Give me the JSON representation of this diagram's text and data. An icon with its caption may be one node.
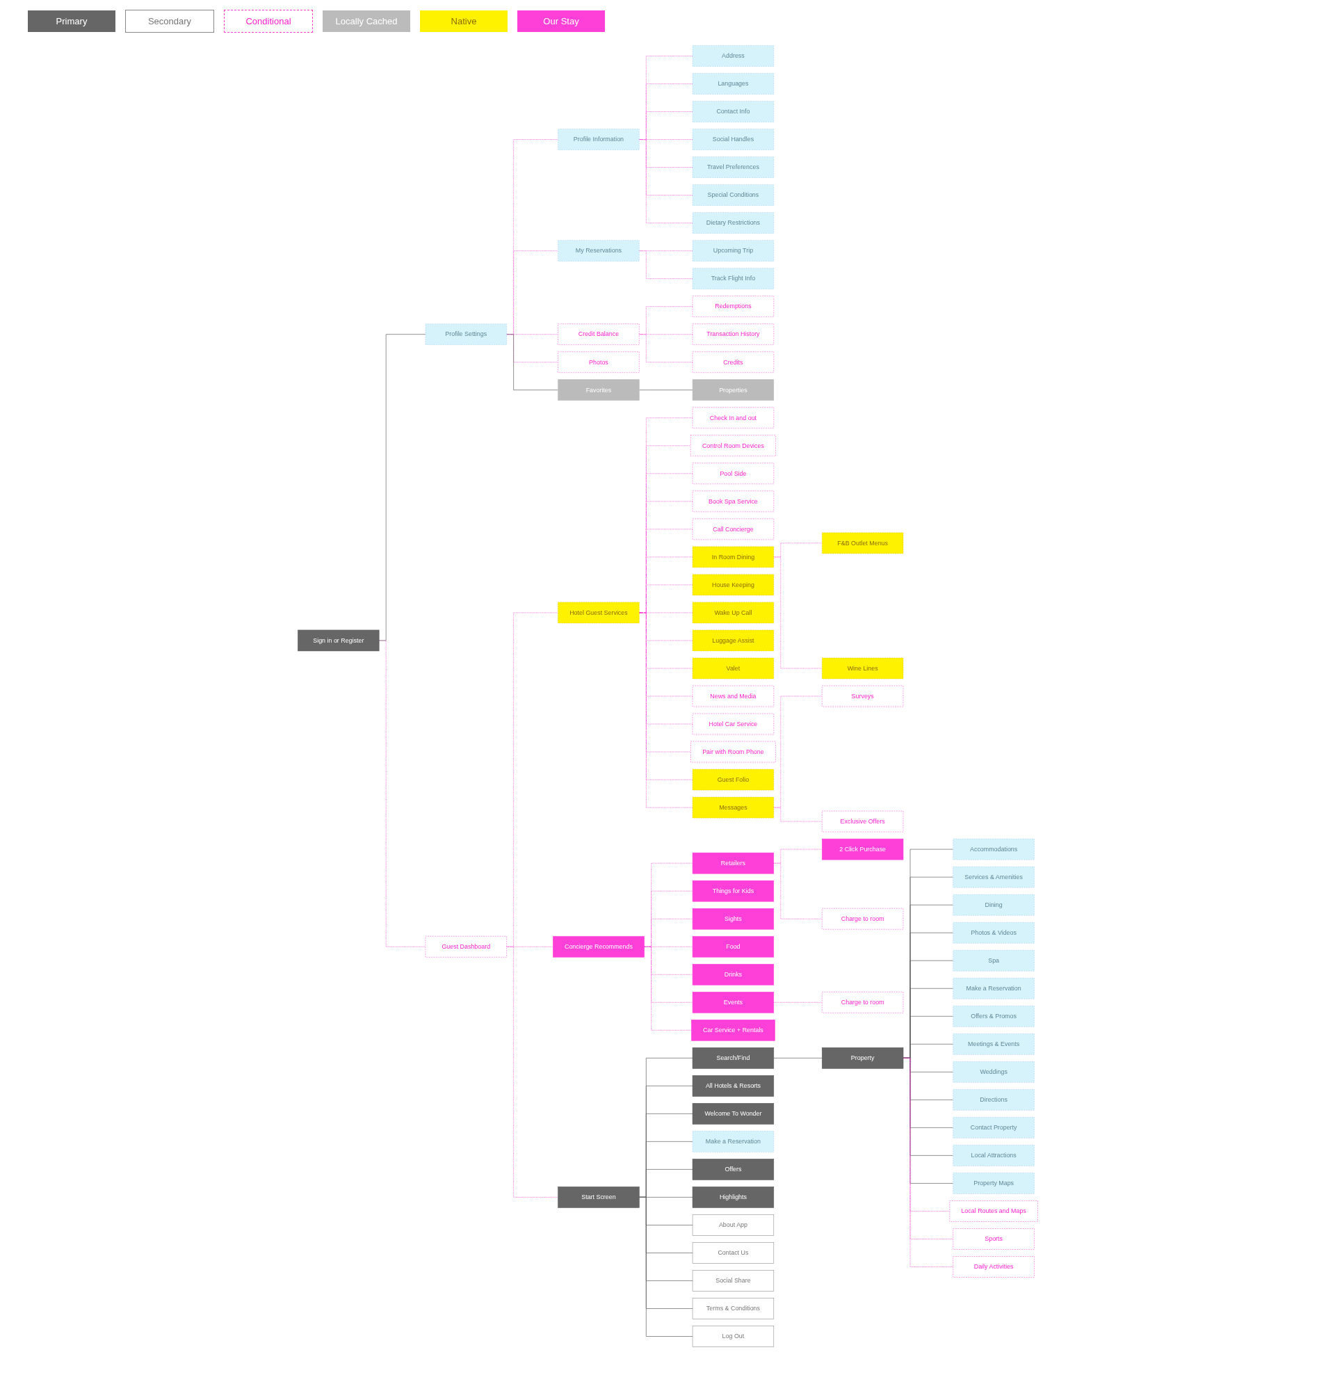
{
  "diagram": {
    "nodes": [
      {
        "text": [
          "Sign in or Register"
        ]
      },
      {
        "text": [
          "Profile Settings"
        ]
      },
      {
        "text": [
          "Profile Information"
        ]
      },
      {
        "text": [
          "Address"
        ]
      },
      {
        "text": [
          "Languages"
        ]
      },
      {
        "text": [
          "Contact Info"
        ]
      },
      {
        "text": [
          "Social Handles"
        ]
      },
      {
        "text": [
          "Travel Preferences"
        ]
      },
      {
        "text": [
          "Special Conditions"
        ]
      },
      {
        "text": [
          "Dietary Restrictions"
        ]
      },
      {
        "text": [
          "My Reservations"
        ]
      },
      {
        "text": [
          "Upcoming Trip"
        ]
      },
      {
        "text": [
          "Track Flight Info"
        ]
      },
      {
        "text": [
          "Credit Balance"
        ]
      },
      {
        "text": [
          "Redemptions"
        ]
      },
      {
        "text": [
          "Transaction History"
        ]
      },
      {
        "text": [
          "Credits"
        ]
      },
      {
        "text": [
          "Photos"
        ]
      },
      {
        "text": [
          "Favorites"
        ]
      },
      {
        "text": [
          "Properties"
        ]
      },
      {
        "text": [
          "Guest Dashboard"
        ]
      },
      {
        "text": [
          "Hotel Guest Services"
        ]
      },
      {
        "text": [
          "Check In and out"
        ]
      },
      {
        "text": [
          "Control Room Devices"
        ]
      },
      {
        "text": [
          "Pool Side"
        ]
      },
      {
        "text": [
          "Book Spa Service"
        ]
      },
      {
        "text": [
          "Call Concierge"
        ]
      },
      {
        "text": [
          "In Room Dining"
        ]
      },
      {
        "text": [
          "F&B Outlet Menus"
        ]
      },
      {
        "text": [
          "Wine Lines"
        ]
      },
      {
        "text": [
          "House Keeping"
        ]
      },
      {
        "text": [
          "Wake Up Call"
        ]
      },
      {
        "text": [
          "Luggage Assist"
        ]
      },
      {
        "text": [
          "Valet"
        ]
      },
      {
        "text": [
          "News and Media"
        ]
      },
      {
        "text": [
          "Hotel Car Service"
        ]
      },
      {
        "text": [
          "Pair with Room Phone"
        ]
      },
      {
        "text": [
          "Guest Folio"
        ]
      },
      {
        "text": [
          "Messages"
        ]
      },
      {
        "text": [
          "Surveys"
        ]
      },
      {
        "text": [
          "Exclusive Offers"
        ]
      },
      {
        "text": [
          "Concierge Recommends"
        ]
      },
      {
        "text": [
          "Retailers"
        ]
      },
      {
        "text": [
          "2 Click Purchase"
        ]
      },
      {
        "text": [
          "Charge to room"
        ]
      },
      {
        "text": [
          "Things for Kids"
        ]
      },
      {
        "text": [
          "Sights"
        ]
      },
      {
        "text": [
          "Food"
        ]
      },
      {
        "text": [
          "Drinks"
        ]
      },
      {
        "text": [
          "Events"
        ]
      },
      {
        "text": [
          "Charge to room"
        ]
      },
      {
        "text": [
          "Car Service + Rentals"
        ]
      },
      {
        "text": [
          "Start Screen"
        ]
      },
      {
        "text": [
          "Search/Find"
        ]
      },
      {
        "text": [
          "Property"
        ]
      },
      {
        "text": [
          "Accommodations"
        ]
      },
      {
        "text": [
          "Services & Amenities"
        ]
      },
      {
        "text": [
          "Dining"
        ]
      },
      {
        "text": [
          "Photos & Videos"
        ]
      },
      {
        "text": [
          "Spa"
        ]
      },
      {
        "text": [
          "Make a Reservation"
        ]
      },
      {
        "text": [
          "Offers & Promos"
        ]
      },
      {
        "text": [
          "Meetings & Events"
        ]
      },
      {
        "text": [
          "Weddings"
        ]
      },
      {
        "text": [
          "Directions"
        ]
      },
      {
        "text": [
          "Contact Property"
        ]
      },
      {
        "text": [
          "Local Attractions"
        ]
      },
      {
        "text": [
          "Property Maps"
        ]
      },
      {
        "text": [
          "Local Routes and Maps"
        ]
      },
      {
        "text": [
          "Sports"
        ]
      },
      {
        "text": [
          "Daily Activities"
        ]
      },
      {
        "text": [
          "All Hotels & Resorts"
        ]
      },
      {
        "text": [
          "Welcome To Wonder"
        ]
      },
      {
        "text": [
          "Make a Reservation"
        ]
      },
      {
        "text": [
          "Offers"
        ]
      },
      {
        "text": [
          "Highlights"
        ]
      },
      {
        "text": [
          "About App"
        ]
      },
      {
        "text": [
          "Contact Us"
        ]
      },
      {
        "text": [
          "Social Share"
        ]
      },
      {
        "text": [
          "Terms & Conditions"
        ]
      },
      {
        "text": [
          "Log Out"
        ]
      }
    ],
    "edges": [
      {
        "from": 0,
        "to": 20,
        "arrow": "none",
        "style": "dashed"
      },
      {
        "from": 20,
        "to": 52,
        "arrow": "none",
        "style": "dashed"
      },
      {
        "from": 0,
        "to": 1,
        "arrow": "none",
        "color": "#666666"
      },
      {
        "from": 1,
        "to": 2,
        "arrow": "none",
        "style": "dashed"
      },
      {
        "from": 2,
        "to": 3,
        "arrow": "none",
        "style": "dashed"
      },
      {
        "from": 2,
        "to": 4,
        "arrow": "none",
        "style": "dashed"
      },
      {
        "from": 2,
        "to": 5,
        "arrow": "none",
        "style": "dashed"
      },
      {
        "from": 2,
        "to": 6,
        "arrow": "none",
        "style": "dashed"
      },
      {
        "from": 2,
        "to": 7,
        "arrow": "none",
        "style": "dashed"
      },
      {
        "from": 2,
        "to": 8,
        "arrow": "none",
        "style": "dashed"
      },
      {
        "from": 2,
        "to": 9,
        "arrow": "none",
        "style": "dashed"
      },
      {
        "from": 1,
        "to": 10,
        "arrow": "none",
        "style": "dashed"
      },
      {
        "from": 10,
        "to": 11,
        "arrow": "none",
        "style": "dashed"
      },
      {
        "from": 10,
        "to": 12,
        "arrow": "none",
        "style": "dashed"
      },
      {
        "from": 1,
        "to": 13,
        "arrow": "none",
        "style": "dashed"
      },
      {
        "from": 13,
        "to": 14,
        "arrow": "none",
        "style": "dashed"
      },
      {
        "from": 13,
        "to": 15,
        "arrow": "none",
        "style": "dashed"
      },
      {
        "from": 13,
        "to": 16,
        "arrow": "none",
        "style": "dashed"
      },
      {
        "from": 1,
        "to": 17,
        "arrow": "none",
        "style": "dashed"
      },
      {
        "from": 1,
        "to": 18,
        "arrow": "none",
        "color": "#666666"
      },
      {
        "from": 18,
        "to": 19,
        "arrow": "none",
        "color": "#666666"
      },
      {
        "from": 20,
        "to": 21,
        "arrow": "none",
        "style": "dashed"
      },
      {
        "from": 21,
        "to": 22,
        "arrow": "none",
        "style": "dashed"
      },
      {
        "from": 21,
        "to": 23,
        "arrow": "none",
        "style": "dashed"
      },
      {
        "from": 21,
        "to": 24,
        "arrow": "none",
        "style": "dashed"
      },
      {
        "from": 21,
        "to": 25,
        "arrow": "none",
        "style": "dashed"
      },
      {
        "from": 21,
        "to": 26,
        "arrow": "none",
        "style": "dashed"
      },
      {
        "from": 21,
        "to": 27,
        "arrow": "none",
        "style": "dashed"
      },
      {
        "from": 27,
        "to": 28,
        "arrow": "none",
        "style": "dashed"
      },
      {
        "from": 27,
        "to": 29,
        "arrow": "none",
        "style": "dashed"
      },
      {
        "from": 21,
        "to": 30,
        "arrow": "none",
        "style": "dashed"
      },
      {
        "from": 21,
        "to": 31,
        "arrow": "none",
        "style": "dashed"
      },
      {
        "from": 21,
        "to": 32,
        "arrow": "none",
        "style": "dashed"
      },
      {
        "from": 21,
        "to": 33,
        "arrow": "none",
        "style": "dashed"
      },
      {
        "from": 21,
        "to": 34,
        "arrow": "none",
        "style": "dashed"
      },
      {
        "from": 21,
        "to": 35,
        "arrow": "none",
        "style": "dashed"
      },
      {
        "from": 21,
        "to": 36,
        "arrow": "none",
        "style": "dashed"
      },
      {
        "from": 21,
        "to": 37,
        "arrow": "none",
        "style": "dashed"
      },
      {
        "from": 21,
        "to": 38,
        "arrow": "none",
        "style": "dashed"
      },
      {
        "from": 38,
        "to": 39,
        "arrow": "none",
        "style": "dashed"
      },
      {
        "from": 38,
        "to": 40,
        "arrow": "none",
        "style": "dashed"
      },
      {
        "from": 20,
        "to": 41,
        "arrow": "none",
        "style": "dashed"
      },
      {
        "from": 41,
        "to": 42,
        "arrow": "none",
        "style": "dashed"
      },
      {
        "from": 42,
        "to": 43,
        "arrow": "none",
        "style": "dashed"
      },
      {
        "from": 42,
        "to": 44,
        "arrow": "none",
        "style": "dashed"
      },
      {
        "from": 41,
        "to": 45,
        "arrow": "none",
        "style": "dashed"
      },
      {
        "from": 41,
        "to": 46,
        "arrow": "none",
        "style": "dashed"
      },
      {
        "from": 41,
        "to": 47,
        "arrow": "none",
        "style": "dashed"
      },
      {
        "from": 41,
        "to": 48,
        "arrow": "none",
        "style": "dashed"
      },
      {
        "from": 41,
        "to": 49,
        "arrow": "none",
        "style": "dashed"
      },
      {
        "from": 49,
        "to": 50,
        "arrow": "none",
        "style": "dashed"
      },
      {
        "from": 41,
        "to": 51,
        "arrow": "none",
        "style": "dashed"
      },
      {
        "from": 52,
        "to": 53,
        "arrow": "none",
        "color": "#666666"
      },
      {
        "from": 53,
        "to": 54,
        "arrow": "none",
        "color": "#666666"
      },
      {
        "from": 54,
        "to": 55,
        "arrow": "none",
        "color": "#666666"
      },
      {
        "from": 54,
        "to": 56,
        "arrow": "none",
        "color": "#666666"
      },
      {
        "from": 54,
        "to": 57,
        "arrow": "none",
        "color": "#666666"
      },
      {
        "from": 54,
        "to": 58,
        "arrow": "none",
        "color": "#666666"
      },
      {
        "from": 54,
        "to": 59,
        "arrow": "none",
        "color": "#666666"
      },
      {
        "from": 54,
        "to": 60,
        "arrow": "none",
        "color": "#666666"
      },
      {
        "from": 54,
        "to": 61,
        "arrow": "none",
        "color": "#666666"
      },
      {
        "from": 54,
        "to": 62,
        "arrow": "none",
        "color": "#666666"
      },
      {
        "from": 54,
        "to": 63,
        "arrow": "none",
        "color": "#666666"
      },
      {
        "from": 54,
        "to": 64,
        "arrow": "none",
        "color": "#666666"
      },
      {
        "from": 54,
        "to": 65,
        "arrow": "none",
        "color": "#666666"
      },
      {
        "from": 54,
        "to": 66,
        "arrow": "none",
        "color": "#666666"
      },
      {
        "from": 54,
        "to": 67,
        "arrow": "none",
        "color": "#666666"
      },
      {
        "from": 54,
        "to": 68,
        "arrow": "none",
        "style": "dashed"
      },
      {
        "from": 54,
        "to": 69,
        "arrow": "none",
        "style": "dashed"
      },
      {
        "from": 54,
        "to": 70,
        "arrow": "none",
        "style": "dashed"
      },
      {
        "from": 52,
        "to": 71,
        "arrow": "none",
        "color": "#666666"
      },
      {
        "from": 52,
        "to": 72,
        "arrow": "none",
        "color": "#666666"
      },
      {
        "from": 52,
        "to": 73,
        "arrow": "none",
        "color": "#666666"
      },
      {
        "from": 52,
        "to": 74,
        "arrow": "none",
        "color": "#666666"
      },
      {
        "from": 52,
        "to": 75,
        "arrow": "none",
        "color": "#666666"
      },
      {
        "from": 52,
        "to": 76,
        "arrow": "none",
        "color": "#666666"
      },
      {
        "from": 52,
        "to": 77,
        "arrow": "none",
        "color": "#666666"
      },
      {
        "from": 52,
        "to": 78,
        "arrow": "none",
        "color": "#666666"
      },
      {
        "from": 52,
        "to": 79,
        "arrow": "none",
        "color": "#666666"
      },
      {
        "from": 52,
        "to": 80,
        "arrow": "none",
        "color": "#666666"
      }
    ],
    "legend": [
      {
        "text": "Primary",
        "color": "#666666"
      },
      {
        "text": "Secondary"
      },
      {
        "text": "Conditional"
      },
      {
        "text": "Locally Cached",
        "color": "#bbbbbb"
      },
      {
        "text": "Native",
        "color": "#fff200"
      },
      {
        "text": "Our Stay",
        "color": "#ff40d8"
      }
    ]
  }
}
